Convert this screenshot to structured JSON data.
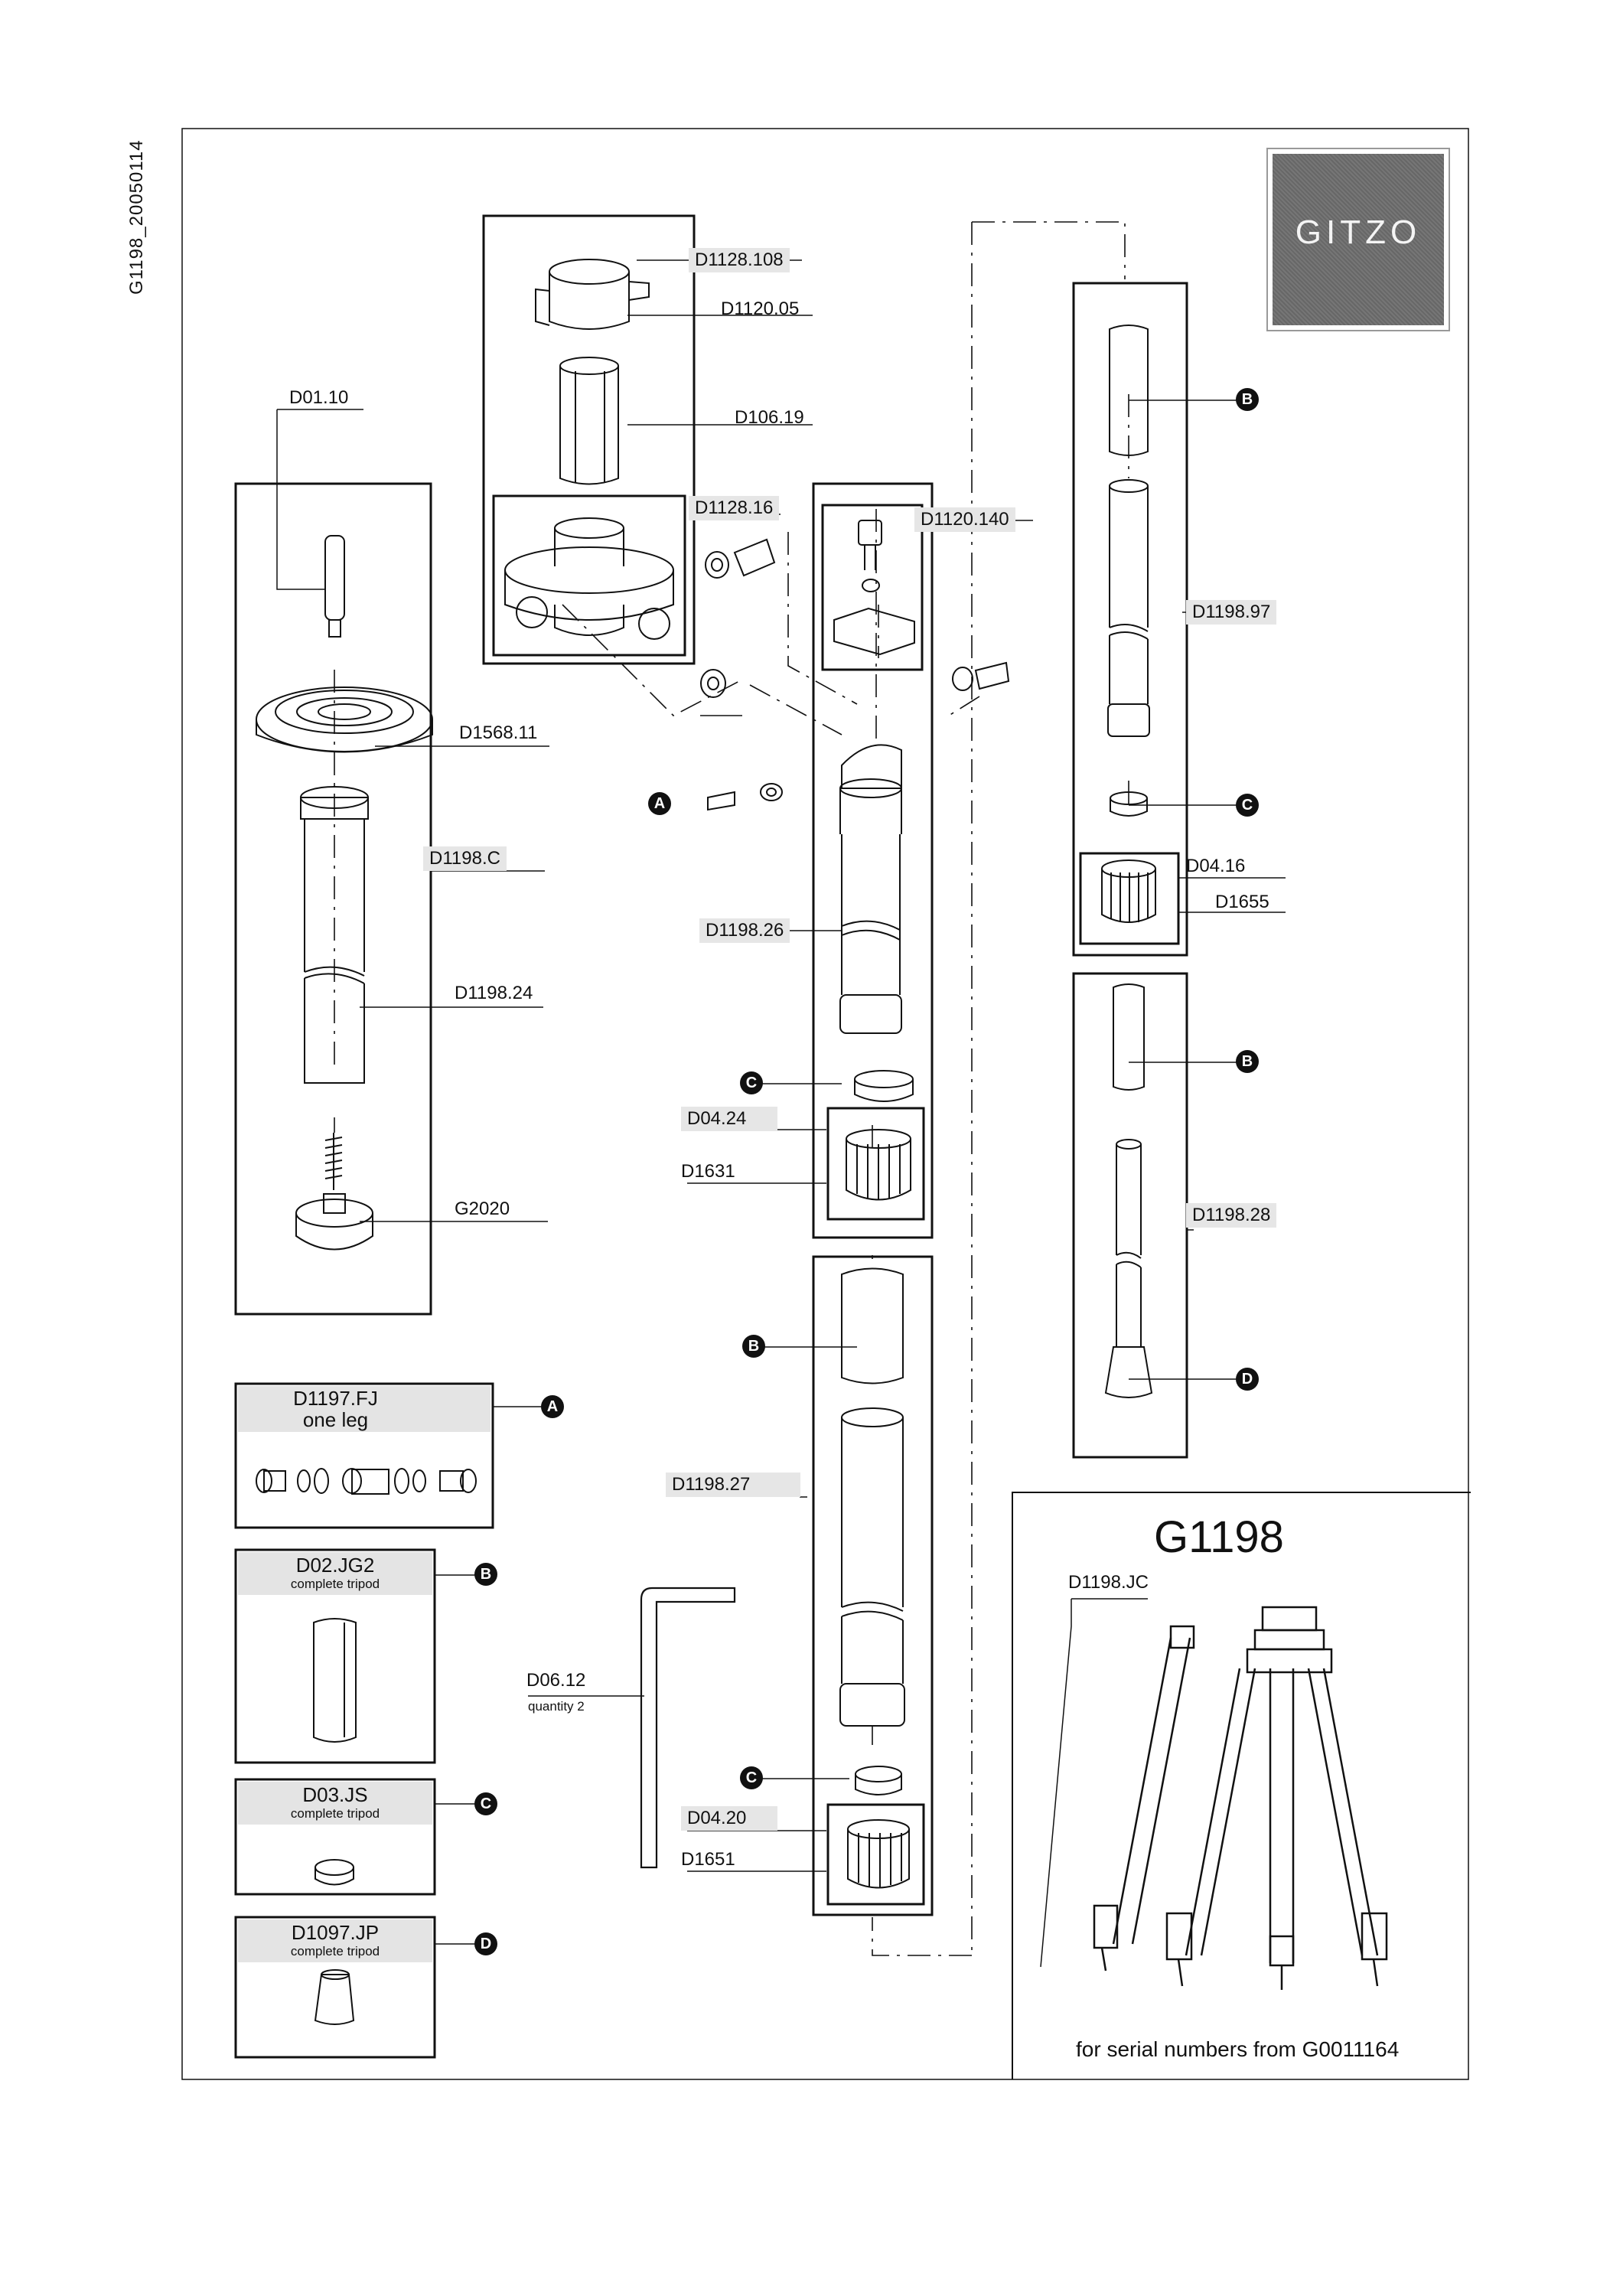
{
  "document_id": "G1198_20050114",
  "logo": "GITZO",
  "model": "G1198",
  "serial_note": "for serial numbers from G0011164",
  "labels": {
    "d1128_108": "D1128.108",
    "d1120_05": "D1120.05",
    "d106_19": "D106.19",
    "d1128_16": "D1128.16",
    "d1120_140": "D1120.140",
    "d01_10": "D01.10",
    "d1568_11": "D1568.11",
    "d1198_c": "D1198.C",
    "d1198_24": "D1198.24",
    "g2020": "G2020",
    "d1198_26": "D1198.26",
    "d04_24": "D04.24",
    "d1631": "D1631",
    "d1198_97": "D1198.97",
    "d04_16": "D04.16",
    "d1655": "D1655",
    "d1198_28": "D1198.28",
    "d1198_27": "D1198.27",
    "d04_20": "D04.20",
    "d1651": "D1651",
    "d06_12": "D06.12",
    "d06_12_qty": "quantity 2",
    "d1198_jc": "D1198.JC"
  },
  "kits": [
    {
      "code": "D1197.FJ",
      "sub": "one leg",
      "marker": "A"
    },
    {
      "code": "D02.JG2",
      "sub": "complete tripod",
      "marker": "B"
    },
    {
      "code": "D03.JS",
      "sub": "complete tripod",
      "marker": "C"
    },
    {
      "code": "D1097.JP",
      "sub": "complete tripod",
      "marker": "D"
    }
  ],
  "markers": {
    "a": "A",
    "b": "B",
    "c": "C",
    "d": "D"
  }
}
